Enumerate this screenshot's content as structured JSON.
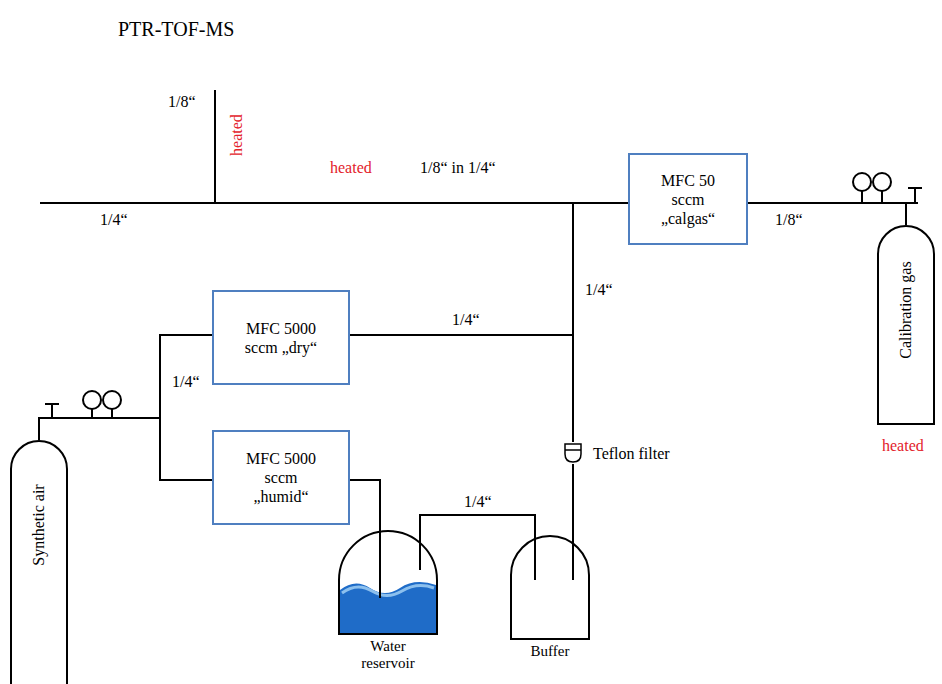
{
  "diagram": {
    "nodes": [
      {
        "text": [
          "Synthetic air"
        ]
      },
      {
        "text": [
          "MFC 5000 sccm „dry“"
        ]
      },
      {
        "text": [
          "MFC 5000 sccm „humid“"
        ]
      },
      {
        "text": [
          "Water reservoir"
        ]
      },
      {
        "text": [
          "Buffer"
        ]
      },
      {
        "text": [
          "Teflon filter"
        ]
      },
      {
        "text": [
          "MFC 50 sccm „calgas“"
        ]
      },
      {
        "text": [
          "Calibration gas"
        ]
      }
    ],
    "edges": [
      {
        "from": 0,
        "to": 1,
        "arrow": "none"
      },
      {
        "from": 0,
        "to": 2,
        "arrow": "none"
      },
      {
        "from": 2,
        "to": 3,
        "arrow": "none"
      },
      {
        "from": 3,
        "to": 4,
        "arrow": "none"
      },
      {
        "from": 4,
        "to": 5,
        "arrow": "none"
      },
      {
        "from": 5,
        "to": 6,
        "arrow": "none"
      },
      {
        "from": 1,
        "to": 6,
        "arrow": "none"
      },
      {
        "from": 7,
        "to": 6,
        "arrow": "none"
      }
    ],
    "labels": [
      "PTR-TOF-MS",
      "1/8“",
      "heated",
      "heated",
      "1/8“ in 1/4“",
      "1/4“",
      "1/4“",
      "1/8“",
      "1/4“",
      "1/4“",
      "1/4“",
      "heated"
    ]
  }
}
